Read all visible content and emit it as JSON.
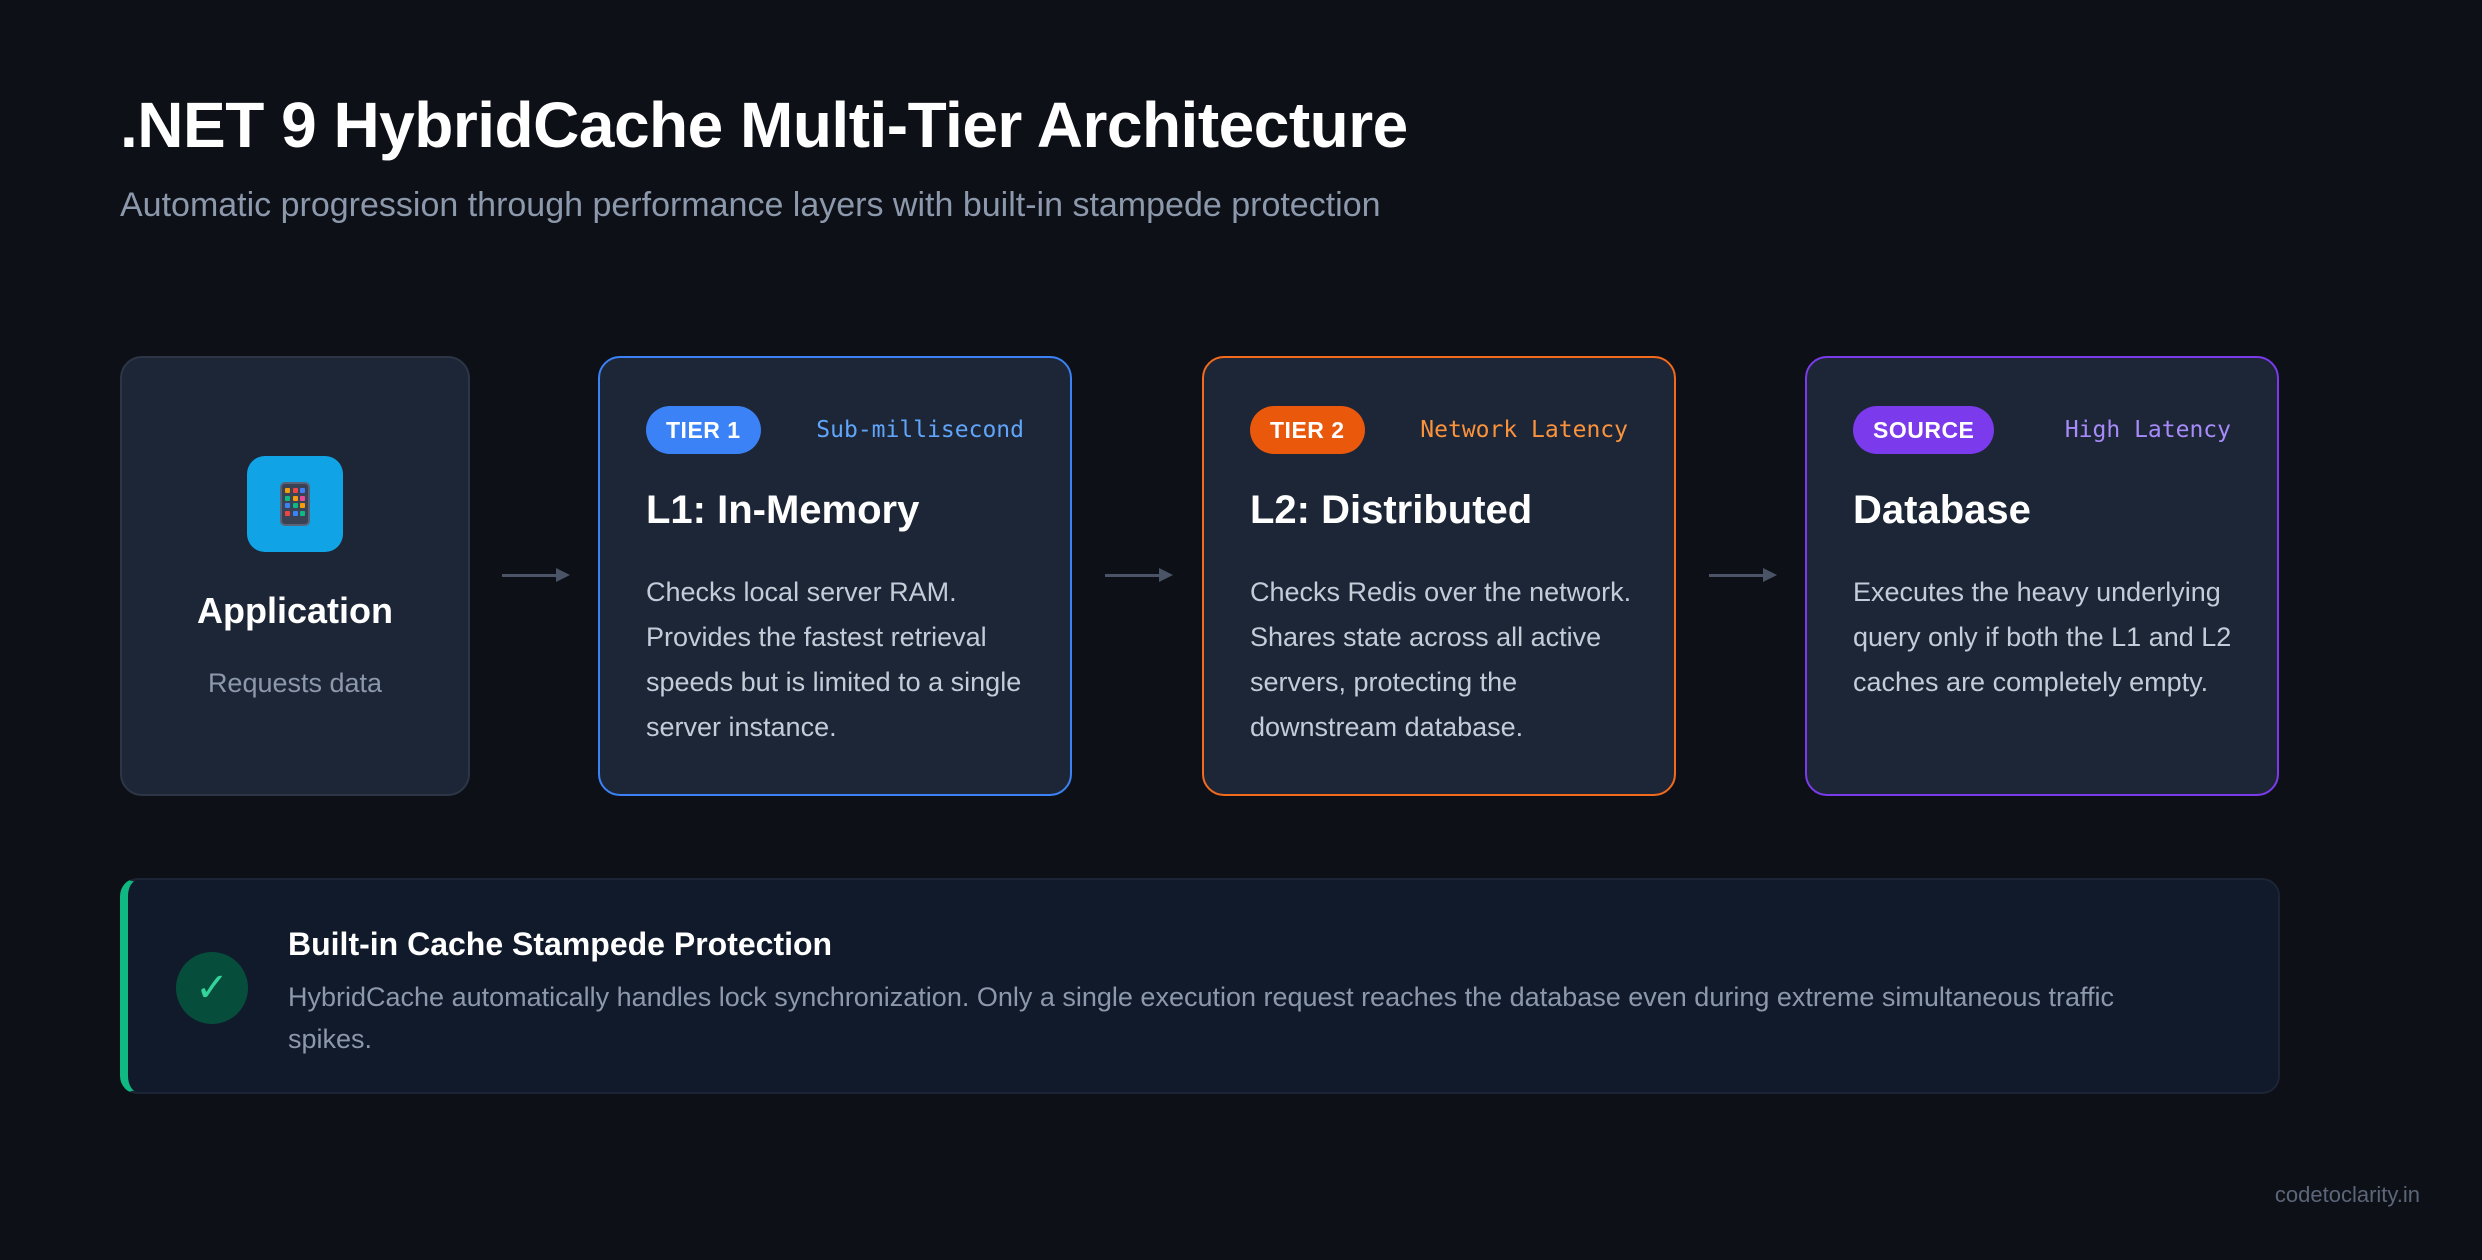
{
  "header": {
    "title": ".NET 9 HybridCache Multi-Tier Architecture",
    "subtitle": "Automatic progression through performance layers with built-in stampede protection"
  },
  "app_card": {
    "icon": "mobile-app-icon",
    "title": "Application",
    "description": "Requests data"
  },
  "tiers": [
    {
      "badge": "TIER 1",
      "badge_color": "#3b82f6",
      "latency": "Sub-millisecond",
      "latency_color": "#60a5fa",
      "border_color": "#3b82f6",
      "title": "L1: In-Memory",
      "description": "Checks local server RAM. Provides the fastest retrieval speeds but is limited to a single server instance."
    },
    {
      "badge": "TIER 2",
      "badge_color": "#ea580c",
      "latency": "Network Latency",
      "latency_color": "#fb923c",
      "border_color": "#f36a1c",
      "title": "L2: Distributed",
      "description": "Checks Redis over the network. Shares state across all active servers, protecting the downstream database."
    },
    {
      "badge": "SOURCE",
      "badge_color": "#7c3aed",
      "latency": "High Latency",
      "latency_color": "#a78bfa",
      "border_color": "#7c3aed",
      "title": "Database",
      "description": "Executes the heavy underlying query only if both the L1 and L2 caches are completely empty."
    }
  ],
  "banner": {
    "icon": "checkmark-icon",
    "accent_color": "#10b981",
    "title": "Built-in Cache Stampede Protection",
    "description": "HybridCache automatically handles lock synchronization. Only a single execution request reaches the database even during extreme simultaneous traffic spikes."
  },
  "footer": {
    "brand": "codetoclarity.in"
  }
}
